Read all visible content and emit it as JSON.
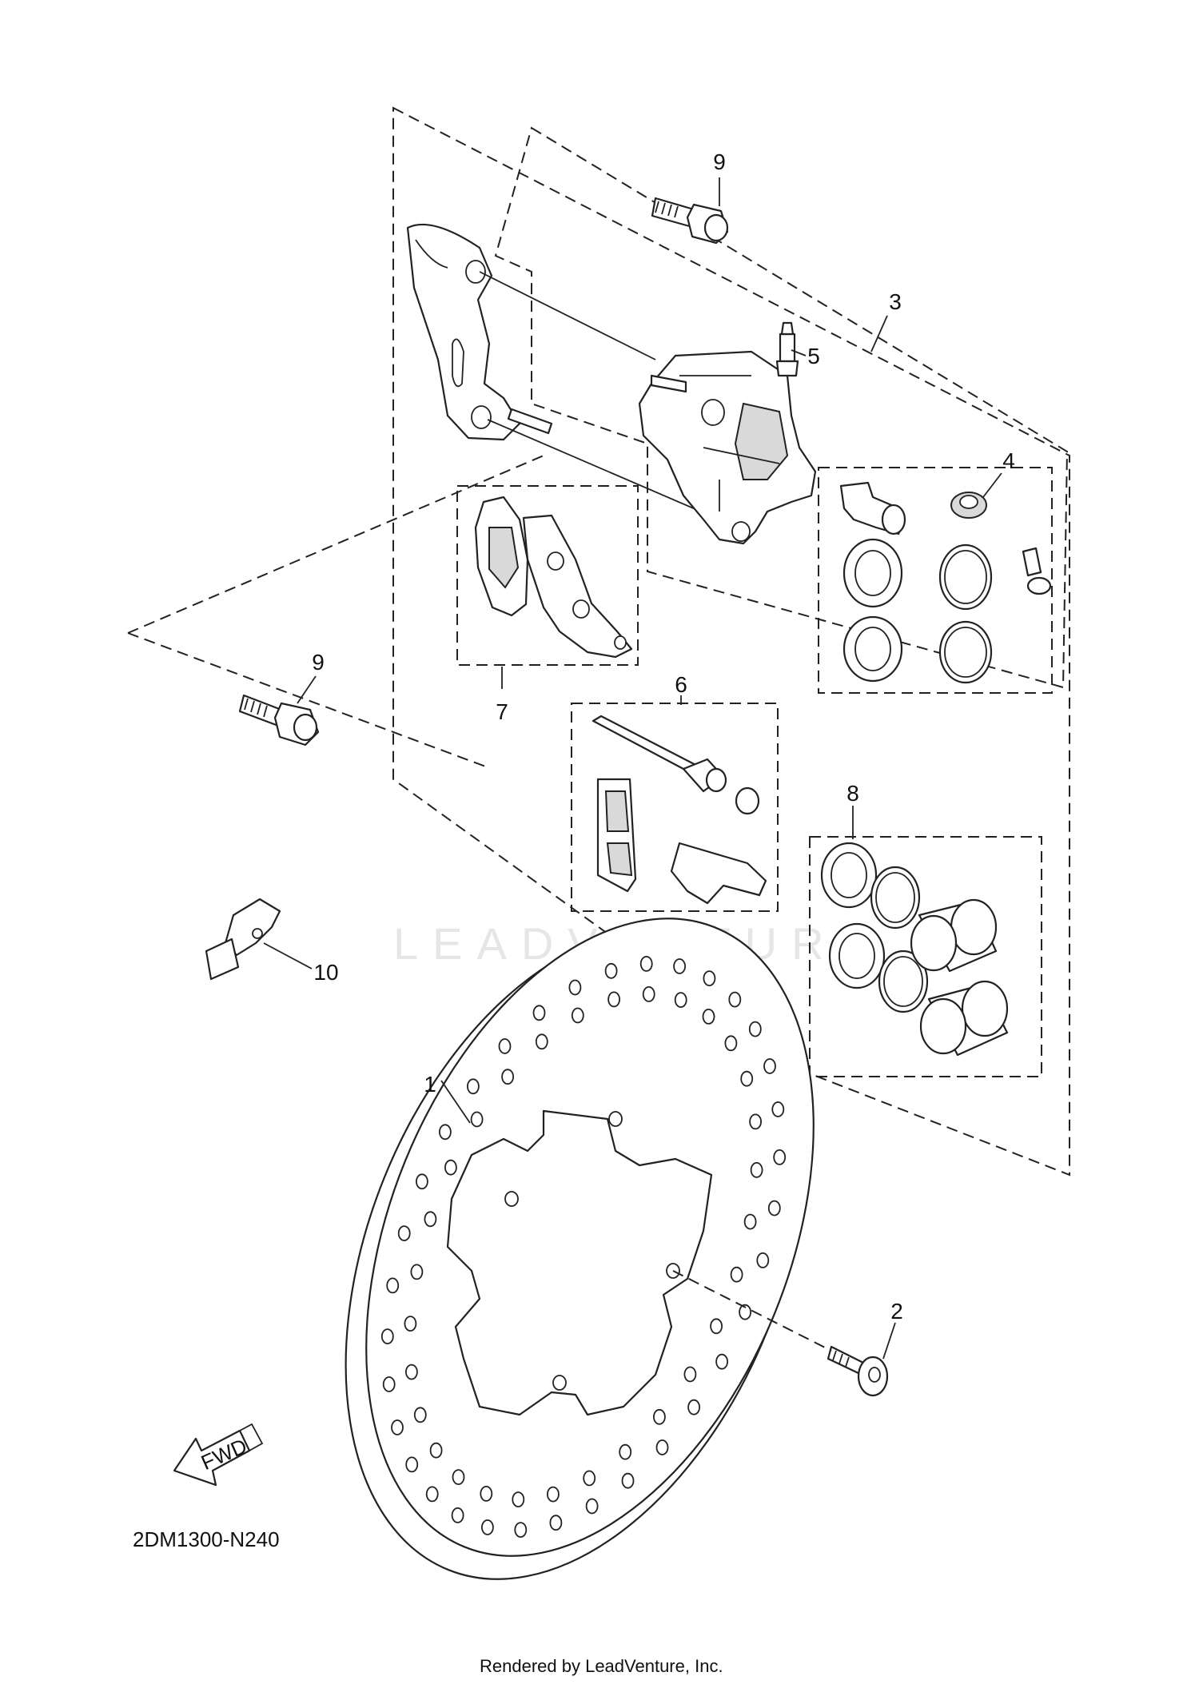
{
  "callouts": {
    "c1": "1",
    "c2": "2",
    "c3": "3",
    "c4": "4",
    "c5": "5",
    "c6": "6",
    "c7": "7",
    "c8": "8",
    "c9a": "9",
    "c9b": "9",
    "c10": "10"
  },
  "direction_label": "FWD",
  "diagram_code": "2DM1300-N240",
  "watermark": "LEADVENTURE",
  "credit": "Rendered by LeadVenture, Inc."
}
